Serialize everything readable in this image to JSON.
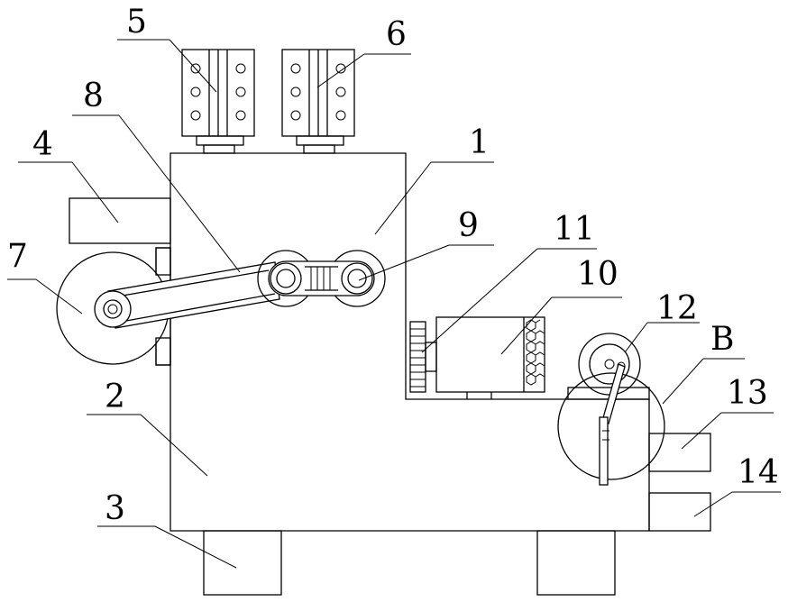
{
  "diagram": {
    "labels": {
      "l1": "1",
      "l2": "2",
      "l3": "3",
      "l4": "4",
      "l5": "5",
      "l6": "6",
      "l7": "7",
      "l8": "8",
      "l9": "9",
      "l10": "10",
      "l11": "11",
      "l12": "12",
      "lB": "B",
      "l13": "13",
      "l14": "14"
    }
  }
}
